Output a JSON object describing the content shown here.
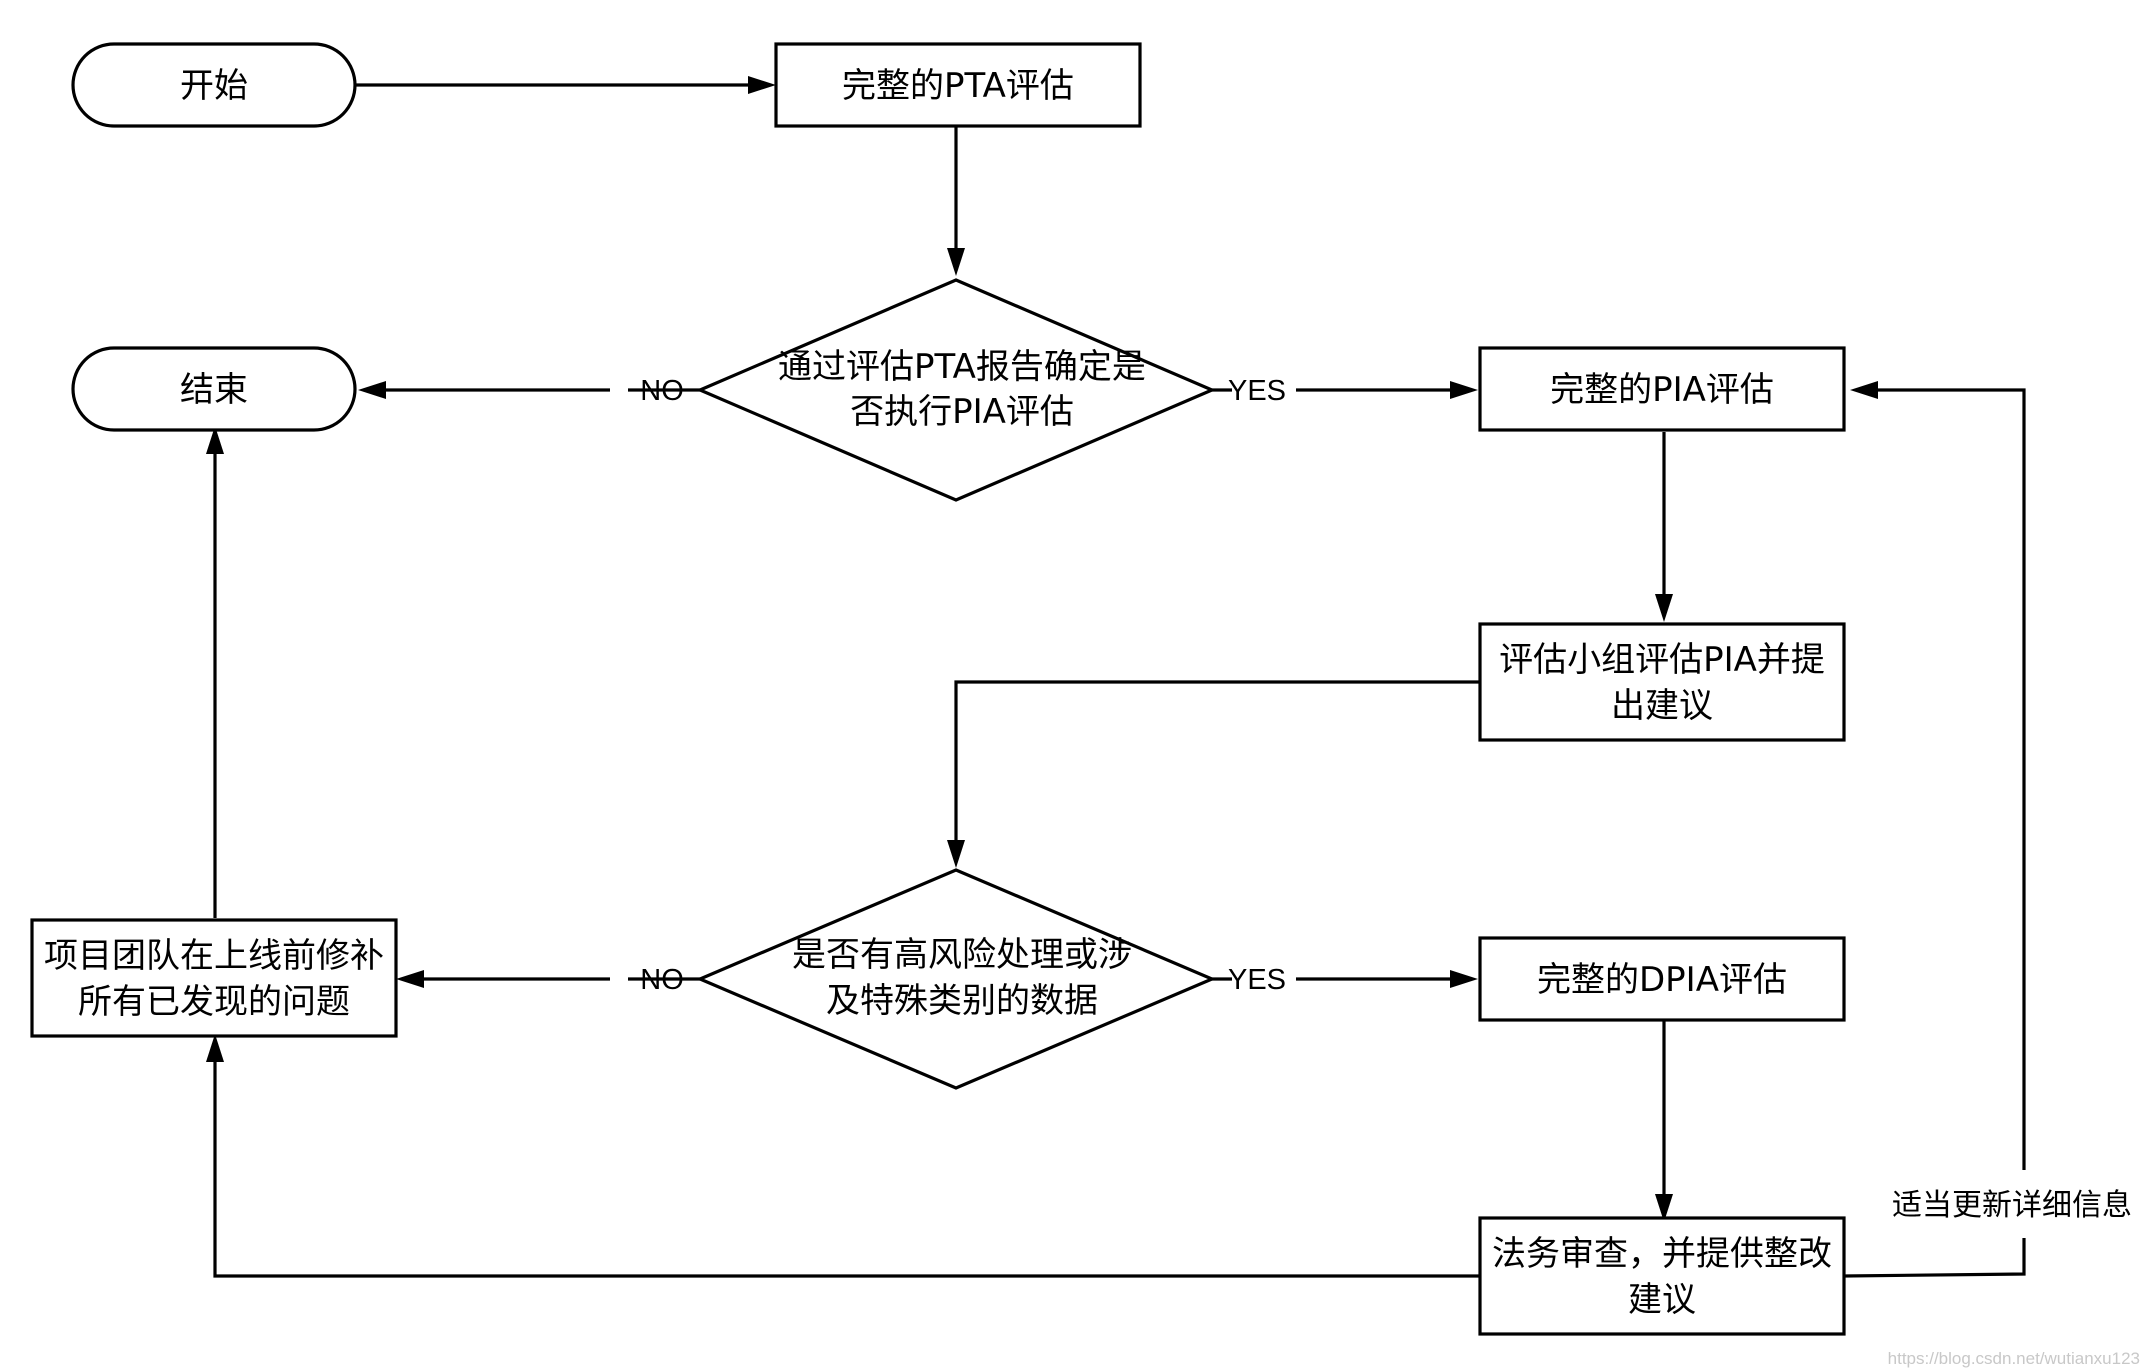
{
  "nodes": {
    "start": "开始",
    "full_pta": "完整的PTA评估",
    "decide_pia": [
      "通过评估PTA报告确定是",
      "否执行PIA评估"
    ],
    "end": "结束",
    "full_pia": "完整的PIA评估",
    "team_review": [
      "评估小组评估PIA并提",
      "出建议"
    ],
    "high_risk": [
      "是否有高风险处理或涉",
      "及特殊类别的数据"
    ],
    "remediate": [
      "项目团队在上线前修补",
      "所有已发现的问题"
    ],
    "full_dpia": "完整的DPIA评估",
    "legal_review": [
      "法务审查，并提供整改",
      "建议"
    ]
  },
  "edges": {
    "no_1": "NO",
    "yes_1": "YES",
    "no_2": "NO",
    "yes_2": "YES",
    "loop_note": "适当更新详细信息"
  },
  "watermark": "https://blog.csdn.net/wutianxu123"
}
